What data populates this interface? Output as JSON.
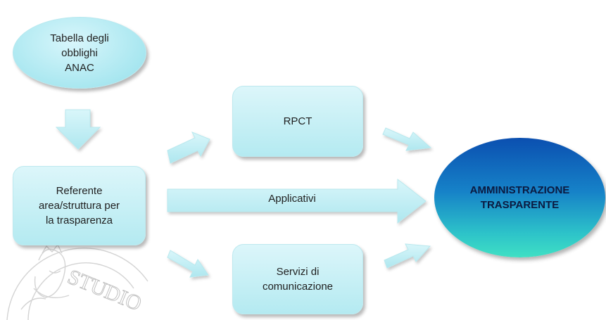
{
  "nodes": {
    "tabella": [
      "Tabella degli",
      "obblighi",
      "ANAC"
    ],
    "referente": [
      "Referente",
      "area/struttura per",
      "la trasparenza"
    ],
    "rpct": [
      "RPCT"
    ],
    "servizi": [
      "Servizi di",
      "comunicazione"
    ],
    "amministrazione": [
      "AMMINISTRAZIONE",
      "TRASPARENTE"
    ]
  },
  "edges": {
    "applicativi": "Applicativi"
  },
  "watermark": {
    "text": "STUDIO"
  },
  "colors": {
    "node_fill": "#b4eaf1",
    "arrow_fill": "#bfeef4",
    "target_top": "#0b4fb0",
    "target_bottom": "#3fe0c4"
  }
}
